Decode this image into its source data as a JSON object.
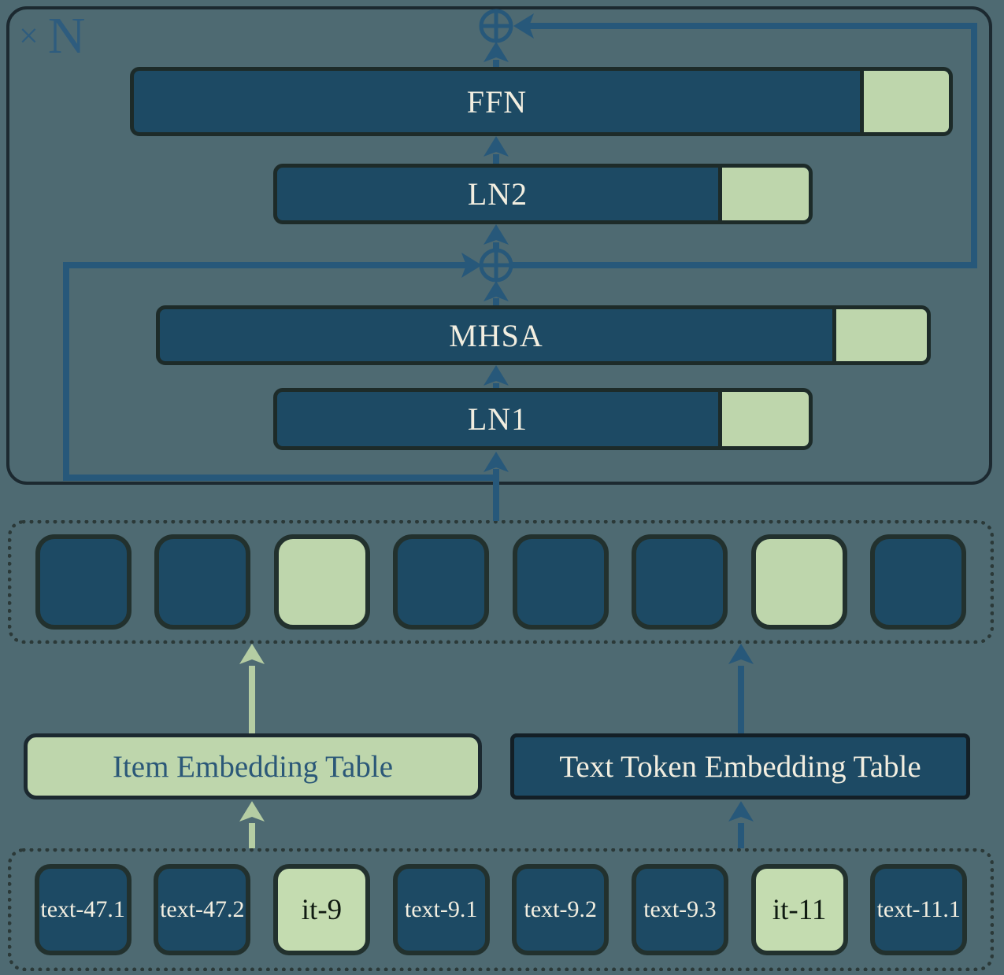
{
  "diagram": {
    "title_block": {
      "repeat_symbol": "×",
      "repeat_count": "N"
    },
    "layers": {
      "ffn": {
        "label": "FFN"
      },
      "ln2": {
        "label": "LN2"
      },
      "mhsa": {
        "label": "MHSA"
      },
      "ln1": {
        "label": "LN1"
      }
    },
    "residual_adds": [
      "circled-plus-after-mhsa",
      "circled-plus-after-ffn"
    ],
    "hidden_token_row": {
      "types": [
        "text",
        "text",
        "item",
        "text",
        "text",
        "text",
        "item",
        "text"
      ]
    },
    "embedding_tables": {
      "item": {
        "label": "Item Embedding Table"
      },
      "text": {
        "label": "Text Token Embedding Table"
      }
    },
    "input_tokens": [
      {
        "label": "text-47.1",
        "type": "text"
      },
      {
        "label": "text-47.2",
        "type": "text"
      },
      {
        "label": "it-9",
        "type": "item"
      },
      {
        "label": "text-9.1",
        "type": "text"
      },
      {
        "label": "text-9.2",
        "type": "text"
      },
      {
        "label": "text-9.3",
        "type": "text"
      },
      {
        "label": "it-11",
        "type": "item"
      },
      {
        "label": "text-11.1",
        "type": "text"
      }
    ],
    "colors": {
      "background": "#4E6A72",
      "navy_fill": "#1D4A64",
      "green_fill": "#BED6AC",
      "line_blue": "#27587A",
      "arrow_green": "#B5CDA3",
      "cream_text": "#F2EEE0",
      "blue_text": "#2E5C7E",
      "dark_text": "#101B12"
    }
  }
}
